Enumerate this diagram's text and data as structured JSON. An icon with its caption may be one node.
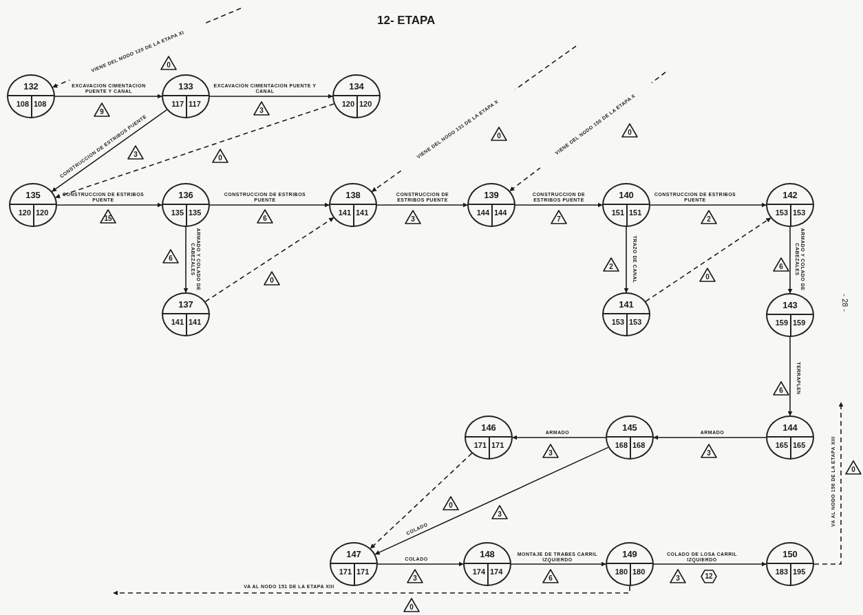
{
  "diagram": {
    "title": "12- ETAPA",
    "nodes": [
      {
        "text": [
          "132",
          "108",
          "108"
        ]
      },
      {
        "text": [
          "133",
          "117",
          "117"
        ]
      },
      {
        "text": [
          "134",
          "120",
          "120"
        ]
      },
      {
        "text": [
          "135",
          "120",
          "120"
        ]
      },
      {
        "text": [
          "136",
          "135",
          "135"
        ]
      },
      {
        "text": [
          "137",
          "141",
          "141"
        ]
      },
      {
        "text": [
          "138",
          "141",
          "141"
        ]
      },
      {
        "text": [
          "139",
          "144",
          "144"
        ]
      },
      {
        "text": [
          "140",
          "151",
          "151"
        ]
      },
      {
        "text": [
          "141",
          "153",
          "153"
        ]
      },
      {
        "text": [
          "142",
          "153",
          "153"
        ]
      },
      {
        "text": [
          "143",
          "159",
          "159"
        ]
      },
      {
        "text": [
          "146",
          "171",
          "171"
        ]
      },
      {
        "text": [
          "145",
          "168",
          "168"
        ]
      },
      {
        "text": [
          "144",
          "165",
          "165"
        ]
      },
      {
        "text": [
          "147",
          "171",
          "171"
        ]
      },
      {
        "text": [
          "148",
          "174",
          "174"
        ]
      },
      {
        "text": [
          "149",
          "180",
          "180"
        ]
      },
      {
        "text": [
          "150",
          "183",
          "195"
        ]
      }
    ],
    "edges": [
      {
        "from": null,
        "to": 0,
        "arrow": "to",
        "style": "dashed",
        "label": "VIENE DEL NODO 120 DE LA ETAPA XI"
      },
      {
        "from": 0,
        "to": 1,
        "arrow": "to",
        "label": "EXCAVACION CIMENTACION PUENTE Y CANAL"
      },
      {
        "from": 1,
        "to": 2,
        "arrow": "to",
        "label": "EXCAVACION CIMENTACION PUENTE Y CANAL"
      },
      {
        "from": 1,
        "to": 3,
        "arrow": "to",
        "label": "CONSTRUCCION DE ESTRIBOS PUENTE"
      },
      {
        "from": 2,
        "to": 3,
        "arrow": "to",
        "style": "dashed"
      },
      {
        "from": 3,
        "to": 4,
        "arrow": "to",
        "label": "CONSTRUCCION DE ESTRIBOS PUENTE"
      },
      {
        "from": 4,
        "to": 6,
        "arrow": "to",
        "label": "CONSTRUCCION DE ESTRIBOS PUENTE"
      },
      {
        "from": 4,
        "to": 5,
        "arrow": "to",
        "label": "ARMADO Y COLADO DE CABEZALES"
      },
      {
        "from": 5,
        "to": 6,
        "arrow": "to",
        "style": "dashed"
      },
      {
        "from": null,
        "to": 6,
        "arrow": "to",
        "style": "dashed",
        "label": "VIENE DEL NODO 131 DE LA ETAPA X"
      },
      {
        "from": null,
        "to": 7,
        "arrow": "to",
        "style": "dashed",
        "label": "VIENE DEL NODO 150 DE LA ETAPA X"
      },
      {
        "from": 6,
        "to": 7,
        "arrow": "to",
        "label": "CONSTRUCCION DE ESTRIBOS PUENTE"
      },
      {
        "from": 7,
        "to": 8,
        "arrow": "to",
        "label": "CONSTRUCCION DE ESTRIBOS PUENTE"
      },
      {
        "from": 8,
        "to": 10,
        "arrow": "to",
        "label": "CONSTRUCCION DE ESTRIBOS PUENTE"
      },
      {
        "from": 8,
        "to": 9,
        "arrow": "to",
        "label": "TRAZO DE CANAL"
      },
      {
        "from": 9,
        "to": 10,
        "arrow": "to",
        "style": "dashed"
      },
      {
        "from": 10,
        "to": 11,
        "arrow": "to",
        "label": "ARMADO Y COLADO DE CABEZALES"
      },
      {
        "from": 11,
        "to": 14,
        "arrow": "to",
        "label": "TERRAPLEN"
      },
      {
        "from": 14,
        "to": 13,
        "arrow": "to",
        "label": "ARMADO"
      },
      {
        "from": 13,
        "to": 12,
        "arrow": "to",
        "label": "ARMADO"
      },
      {
        "from": 13,
        "to": 15,
        "arrow": "to",
        "label": "COLADO"
      },
      {
        "from": 12,
        "to": 15,
        "arrow": "to",
        "style": "dashed"
      },
      {
        "from": 15,
        "to": 16,
        "arrow": "to",
        "label": "COLADO"
      },
      {
        "from": 16,
        "to": 17,
        "arrow": "to",
        "label": "MONTAJE DE TRABES CARRIL IZQUIERDO"
      },
      {
        "from": 17,
        "to": 18,
        "arrow": "to",
        "label": "COLADO DE LOSA CARRIL IZQUIERDO"
      },
      {
        "from": 17,
        "to": null,
        "arrow": "to",
        "style": "dashed",
        "label": "VA AL NODO 151 DE LA ETAPA XIII"
      },
      {
        "from": 18,
        "to": null,
        "arrow": "to",
        "style": "dashed",
        "label": "VA AL NODO 156 DE LA ETAPA XIII"
      }
    ],
    "labels": [
      "0",
      "9",
      "3",
      "3",
      "0",
      "15",
      "6",
      "6",
      "0",
      "0",
      "0",
      "3",
      "7",
      "2",
      "2",
      "0",
      "6",
      "6",
      "3",
      "3",
      "0",
      "3",
      "3",
      "6",
      "3",
      "12",
      "0",
      "0",
      "- 28 -"
    ]
  }
}
